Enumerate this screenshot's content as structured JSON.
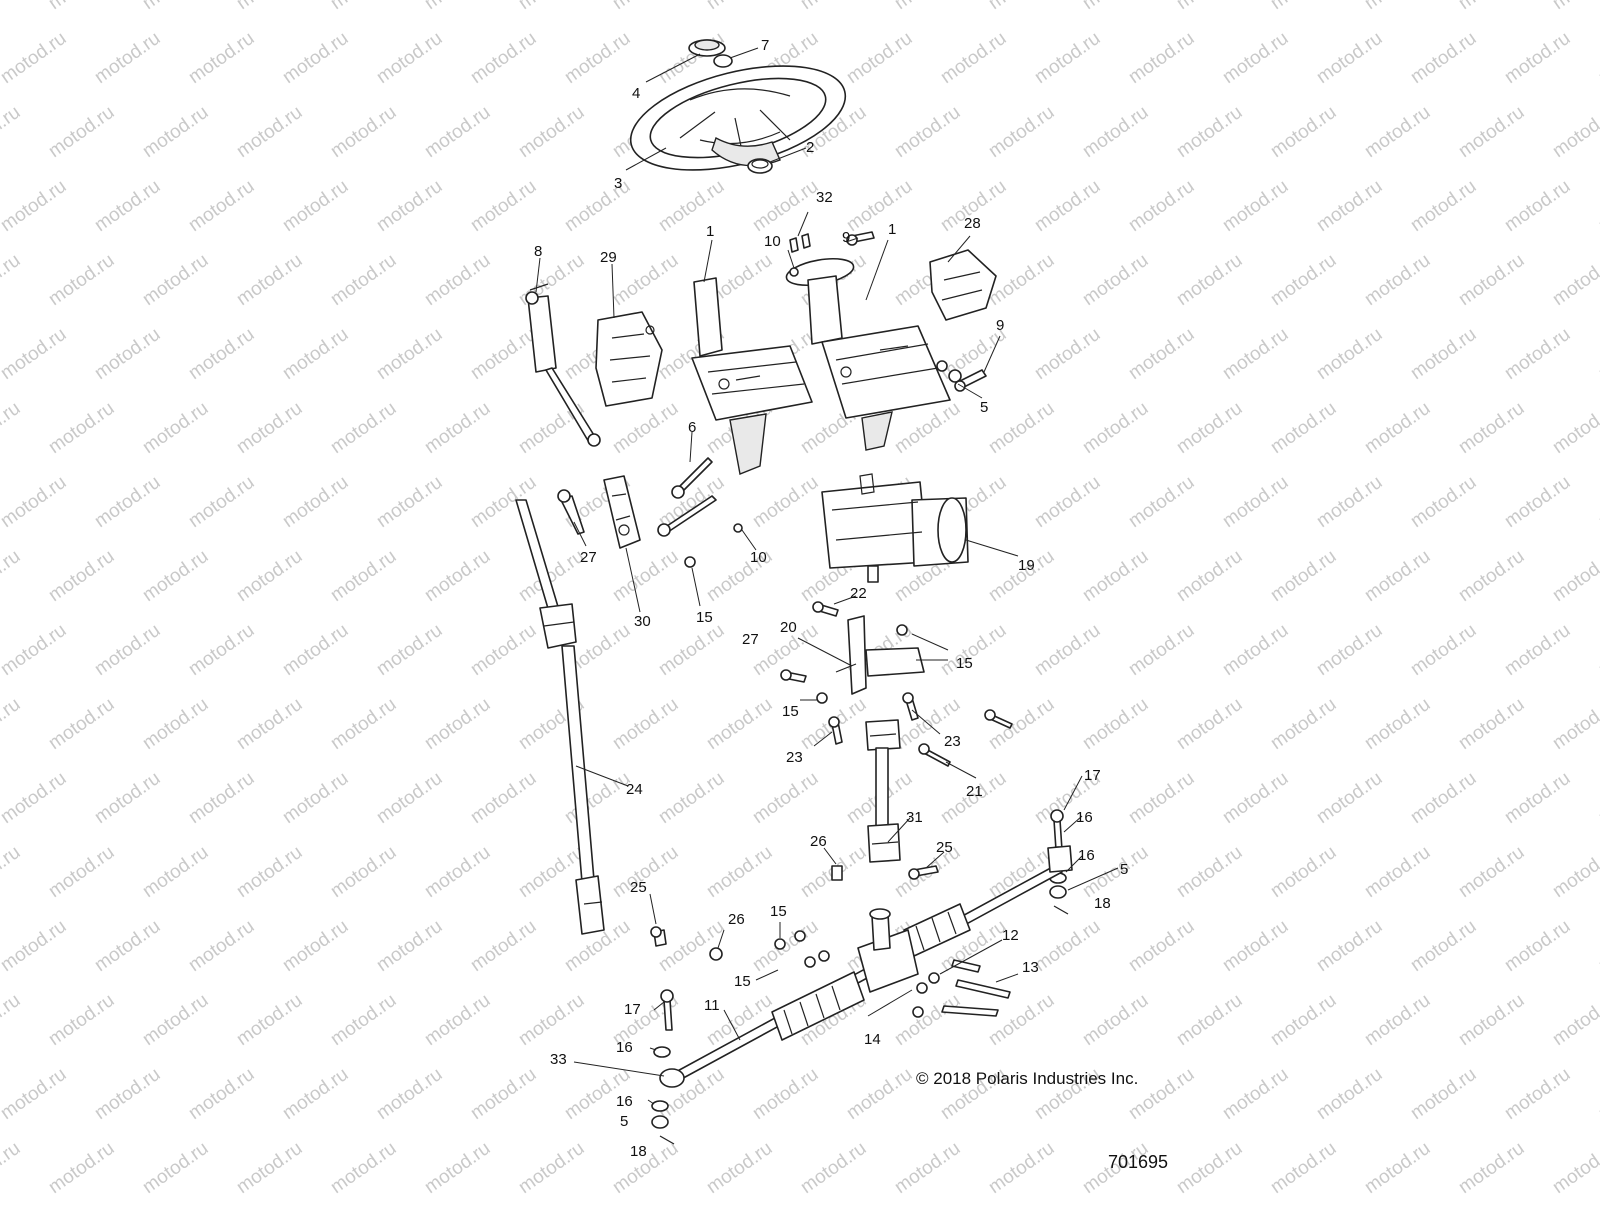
{
  "watermark": {
    "text": "motod.ru"
  },
  "copyright": "© 2018 Polaris Industries Inc.",
  "drawing_number": "701695",
  "callouts": [
    {
      "id": "c-7",
      "label": "7"
    },
    {
      "id": "c-4",
      "label": "4"
    },
    {
      "id": "c-2",
      "label": "2"
    },
    {
      "id": "c-3",
      "label": "3"
    },
    {
      "id": "c-32",
      "label": "32"
    },
    {
      "id": "c-28",
      "label": "28"
    },
    {
      "id": "c-1a",
      "label": "1"
    },
    {
      "id": "c-1b",
      "label": "1"
    },
    {
      "id": "c-9a",
      "label": "9"
    },
    {
      "id": "c-10a",
      "label": "10"
    },
    {
      "id": "c-8",
      "label": "8"
    },
    {
      "id": "c-29",
      "label": "29"
    },
    {
      "id": "c-9b",
      "label": "9"
    },
    {
      "id": "c-5a",
      "label": "5"
    },
    {
      "id": "c-6",
      "label": "6"
    },
    {
      "id": "c-27a",
      "label": "27"
    },
    {
      "id": "c-10b",
      "label": "10"
    },
    {
      "id": "c-19",
      "label": "19"
    },
    {
      "id": "c-30",
      "label": "30"
    },
    {
      "id": "c-15a",
      "label": "15"
    },
    {
      "id": "c-22",
      "label": "22"
    },
    {
      "id": "c-27b",
      "label": "27"
    },
    {
      "id": "c-20",
      "label": "20"
    },
    {
      "id": "c-15b",
      "label": "15"
    },
    {
      "id": "c-15c",
      "label": "15"
    },
    {
      "id": "c-23a",
      "label": "23"
    },
    {
      "id": "c-23b",
      "label": "23"
    },
    {
      "id": "c-21",
      "label": "21"
    },
    {
      "id": "c-24",
      "label": "24"
    },
    {
      "id": "c-17a",
      "label": "17"
    },
    {
      "id": "c-16a",
      "label": "16"
    },
    {
      "id": "c-31",
      "label": "31"
    },
    {
      "id": "c-26a",
      "label": "26"
    },
    {
      "id": "c-25a",
      "label": "25"
    },
    {
      "id": "c-16b",
      "label": "16"
    },
    {
      "id": "c-5b",
      "label": "5"
    },
    {
      "id": "c-18a",
      "label": "18"
    },
    {
      "id": "c-25b",
      "label": "25"
    },
    {
      "id": "c-26b",
      "label": "26"
    },
    {
      "id": "c-15d",
      "label": "15"
    },
    {
      "id": "c-12",
      "label": "12"
    },
    {
      "id": "c-13",
      "label": "13"
    },
    {
      "id": "c-15e",
      "label": "15"
    },
    {
      "id": "c-17b",
      "label": "17"
    },
    {
      "id": "c-11",
      "label": "11"
    },
    {
      "id": "c-14",
      "label": "14"
    },
    {
      "id": "c-16c",
      "label": "16"
    },
    {
      "id": "c-33",
      "label": "33"
    },
    {
      "id": "c-16d",
      "label": "16"
    },
    {
      "id": "c-5c",
      "label": "5"
    },
    {
      "id": "c-18b",
      "label": "18"
    }
  ]
}
